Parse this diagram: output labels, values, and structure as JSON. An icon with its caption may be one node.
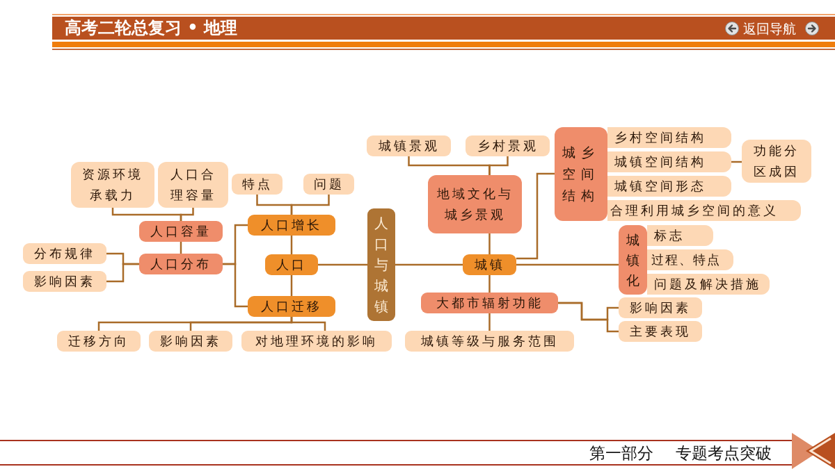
{
  "diagram": {
    "title": "高考二轮总复习 • 地理",
    "nodes": [
      {
        "text": [
          "人口与城镇"
        ]
      },
      {
        "text": [
          "人口"
        ]
      },
      {
        "text": [
          "人口增长"
        ]
      },
      {
        "text": [
          "人口迁移"
        ]
      },
      {
        "text": [
          "特点"
        ]
      },
      {
        "text": [
          "问题"
        ]
      },
      {
        "text": [
          "人口容量"
        ]
      },
      {
        "text": [
          "人口分布"
        ]
      },
      {
        "text": [
          "资源环境承载力"
        ]
      },
      {
        "text": [
          "人口合理容量"
        ]
      },
      {
        "text": [
          "分布规律"
        ]
      },
      {
        "text": [
          "影响因素"
        ]
      },
      {
        "text": [
          "迁移方向"
        ]
      },
      {
        "text": [
          "影响因素"
        ]
      },
      {
        "text": [
          "对地理环境的影响"
        ]
      },
      {
        "text": [
          "城镇"
        ]
      },
      {
        "text": [
          "地域文化与城乡景观"
        ]
      },
      {
        "text": [
          "城镇景观"
        ]
      },
      {
        "text": [
          "乡村景观"
        ]
      },
      {
        "text": [
          "城乡空间结构"
        ]
      },
      {
        "text": [
          "乡村空间结构"
        ]
      },
      {
        "text": [
          "城镇空间结构"
        ]
      },
      {
        "text": [
          "城镇空间形态"
        ]
      },
      {
        "text": [
          "合理利用城乡空间的意义"
        ]
      },
      {
        "text": [
          "功能分区成因"
        ]
      },
      {
        "text": [
          "城镇化"
        ]
      },
      {
        "text": [
          "标志"
        ]
      },
      {
        "text": [
          "过程、特点"
        ]
      },
      {
        "text": [
          "问题及解决措施"
        ]
      },
      {
        "text": [
          "大都市辐射功能"
        ]
      },
      {
        "text": [
          "影响因素"
        ]
      },
      {
        "text": [
          "主要表现"
        ]
      },
      {
        "text": [
          "城镇等级与服务范围"
        ]
      }
    ],
    "edges": [
      {
        "from": 0,
        "to": 1,
        "arrow": "none"
      },
      {
        "from": 0,
        "to": 15,
        "arrow": "none"
      },
      {
        "from": 1,
        "to": 2,
        "arrow": "none"
      },
      {
        "from": 1,
        "to": 3,
        "arrow": "none"
      },
      {
        "from": 2,
        "to": 4,
        "arrow": "none"
      },
      {
        "from": 2,
        "to": 5,
        "arrow": "none"
      },
      {
        "from": 3,
        "to": 12,
        "arrow": "none"
      },
      {
        "from": 3,
        "to": 13,
        "arrow": "none"
      },
      {
        "from": 3,
        "to": 14,
        "arrow": "none"
      },
      {
        "from": 7,
        "to": 2,
        "arrow": "none"
      },
      {
        "from": 7,
        "to": 3,
        "arrow": "none"
      },
      {
        "from": 7,
        "to": 6,
        "arrow": "none"
      },
      {
        "from": 6,
        "to": 8,
        "arrow": "none"
      },
      {
        "from": 6,
        "to": 9,
        "arrow": "none"
      },
      {
        "from": 7,
        "to": 10,
        "arrow": "none"
      },
      {
        "from": 7,
        "to": 11,
        "arrow": "none"
      },
      {
        "from": 15,
        "to": 16,
        "arrow": "none"
      },
      {
        "from": 16,
        "to": 17,
        "arrow": "none"
      },
      {
        "from": 16,
        "to": 18,
        "arrow": "none"
      },
      {
        "from": 15,
        "to": 19,
        "arrow": "none"
      },
      {
        "from": 15,
        "to": 25,
        "arrow": "none"
      },
      {
        "from": 15,
        "to": 29,
        "arrow": "none"
      },
      {
        "from": 29,
        "to": 32,
        "arrow": "none"
      },
      {
        "from": 29,
        "to": 30,
        "arrow": "none"
      },
      {
        "from": 29,
        "to": 31,
        "arrow": "none"
      },
      {
        "from": 21,
        "to": 24,
        "arrow": "none"
      }
    ],
    "labels": [
      "返回导航",
      "第一部分",
      "专题考点突破"
    ]
  }
}
